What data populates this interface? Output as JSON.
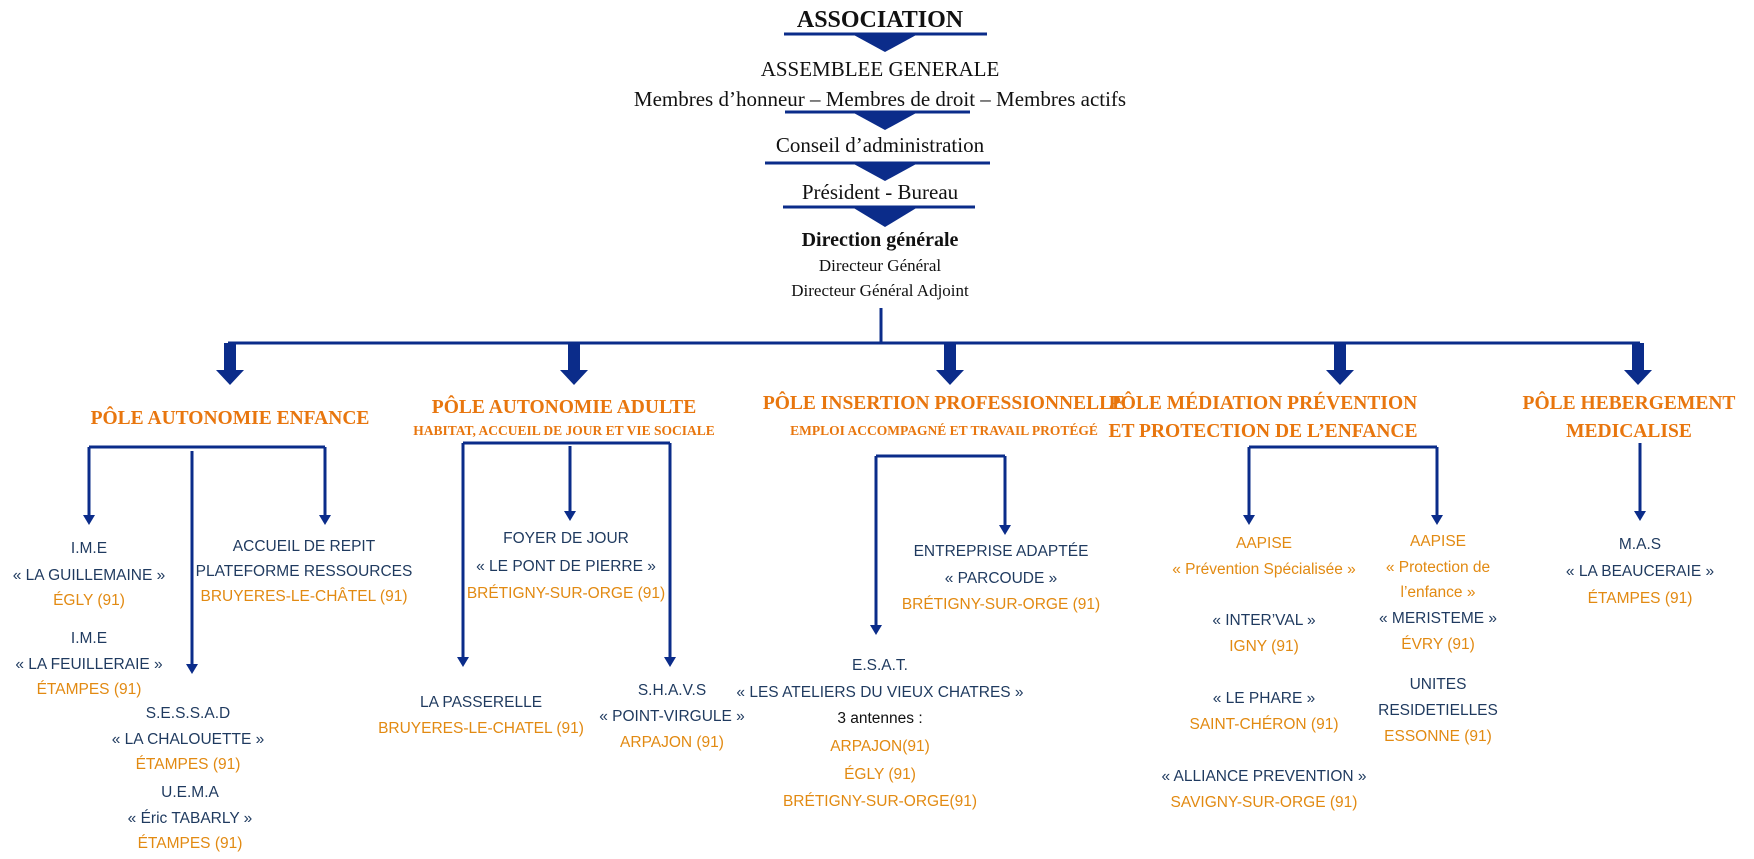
{
  "colors": {
    "navy": "#0b2c8a",
    "orange": "#e8760e",
    "text_navy": "#1f3a5f",
    "gold": "#e28a12",
    "black": "#111111"
  },
  "hierarchy": {
    "association": "ASSOCIATION",
    "assemblee": "ASSEMBLEE GENERALE",
    "membres": "Membres d’honneur – Membres de droit – Membres actifs",
    "conseil": "Conseil d’administration",
    "president": "Président - Bureau",
    "direction": "Direction générale",
    "dg": "Directeur Général",
    "dga": "Directeur Général Adjoint"
  },
  "poles": {
    "enfance": {
      "title": "PÔLE AUTONOMIE ENFANCE"
    },
    "adulte": {
      "title": "PÔLE AUTONOMIE ADULTE",
      "subtitle": "HABITAT, ACCUEIL DE JOUR ET VIE SOCIALE"
    },
    "insertion": {
      "title": "PÔLE INSERTION PROFESSIONNELLE",
      "subtitle": "EMPLOI ACCOMPAGNÉ ET TRAVAIL PROTÉGÉ"
    },
    "mediation": {
      "line1": "PÔLE MÉDIATION PRÉVENTION",
      "line2": "ET PROTECTION DE L’ENFANCE"
    },
    "hebergement": {
      "line1": "PÔLE HEBERGEMENT",
      "line2": "MEDICALISE"
    }
  },
  "units": {
    "ime_guillemaine": {
      "type": "I.M.E",
      "name": "« LA GUILLEMAINE »",
      "place": "ÉGLY (91)"
    },
    "ime_feuilleraie": {
      "type": "I.M.E",
      "name": "« LA FEUILLERAIE »",
      "place": "ÉTAMPES (91)"
    },
    "sessad": {
      "type": "S.E.S.S.A.D",
      "name": "« LA CHALOUETTE »",
      "place": "ÉTAMPES (91)"
    },
    "uema": {
      "type": "U.E.M.A",
      "name": "« Éric TABARLY »",
      "place": "ÉTAMPES (91)"
    },
    "accueil_repit": {
      "line1": "ACCUEIL DE REPIT",
      "line2": "PLATEFORME RESSOURCES",
      "place": "BRUYERES-LE-CHÂTEL (91)"
    },
    "foyer_jour": {
      "type": "FOYER DE JOUR",
      "name": "« LE PONT DE PIERRE »",
      "place": "BRÉTIGNY-SUR-ORGE (91)"
    },
    "passerelle": {
      "name": "LA PASSERELLE",
      "place": "BRUYERES-LE-CHATEL (91)"
    },
    "shavs": {
      "type": "S.H.A.V.S",
      "name": "« POINT-VIRGULE »",
      "place": "ARPAJON (91)"
    },
    "entreprise": {
      "type": "ENTREPRISE ADAPTÉE",
      "name": "« PARCOUDE »",
      "place": "BRÉTIGNY-SUR-ORGE (91)"
    },
    "esat": {
      "type": "E.S.A.T.",
      "name": "« LES ATELIERS DU VIEUX CHATRES »",
      "antennes": "3 antennes :",
      "places": [
        "ARPAJON(91)",
        "ÉGLY (91)",
        "BRÉTIGNY-SUR-ORGE(91)"
      ]
    },
    "aapise_prev": {
      "type": "AAPISE",
      "name": "« Prévention Spécialisée »"
    },
    "interval": {
      "name": "« INTER’VAL »",
      "place": "IGNY (91)"
    },
    "phare": {
      "name": "« LE PHARE »",
      "place": "SAINT-CHÉRON (91)"
    },
    "alliance": {
      "name": "« ALLIANCE PREVENTION »",
      "place": "SAVIGNY-SUR-ORGE (91)"
    },
    "aapise_prot": {
      "type": "AAPISE",
      "name_line1": "« Protection de",
      "name_line2": "l’enfance »"
    },
    "meristeme": {
      "name": "« MERISTEME »",
      "place": "ÉVRY (91)"
    },
    "unites": {
      "line1": "UNITES",
      "line2": "RESIDETIELLES",
      "place": "ESSONNE (91)"
    },
    "mas": {
      "type": "M.A.S",
      "name": "« LA BEAUCERAIE »",
      "place": "ÉTAMPES (91)"
    }
  }
}
